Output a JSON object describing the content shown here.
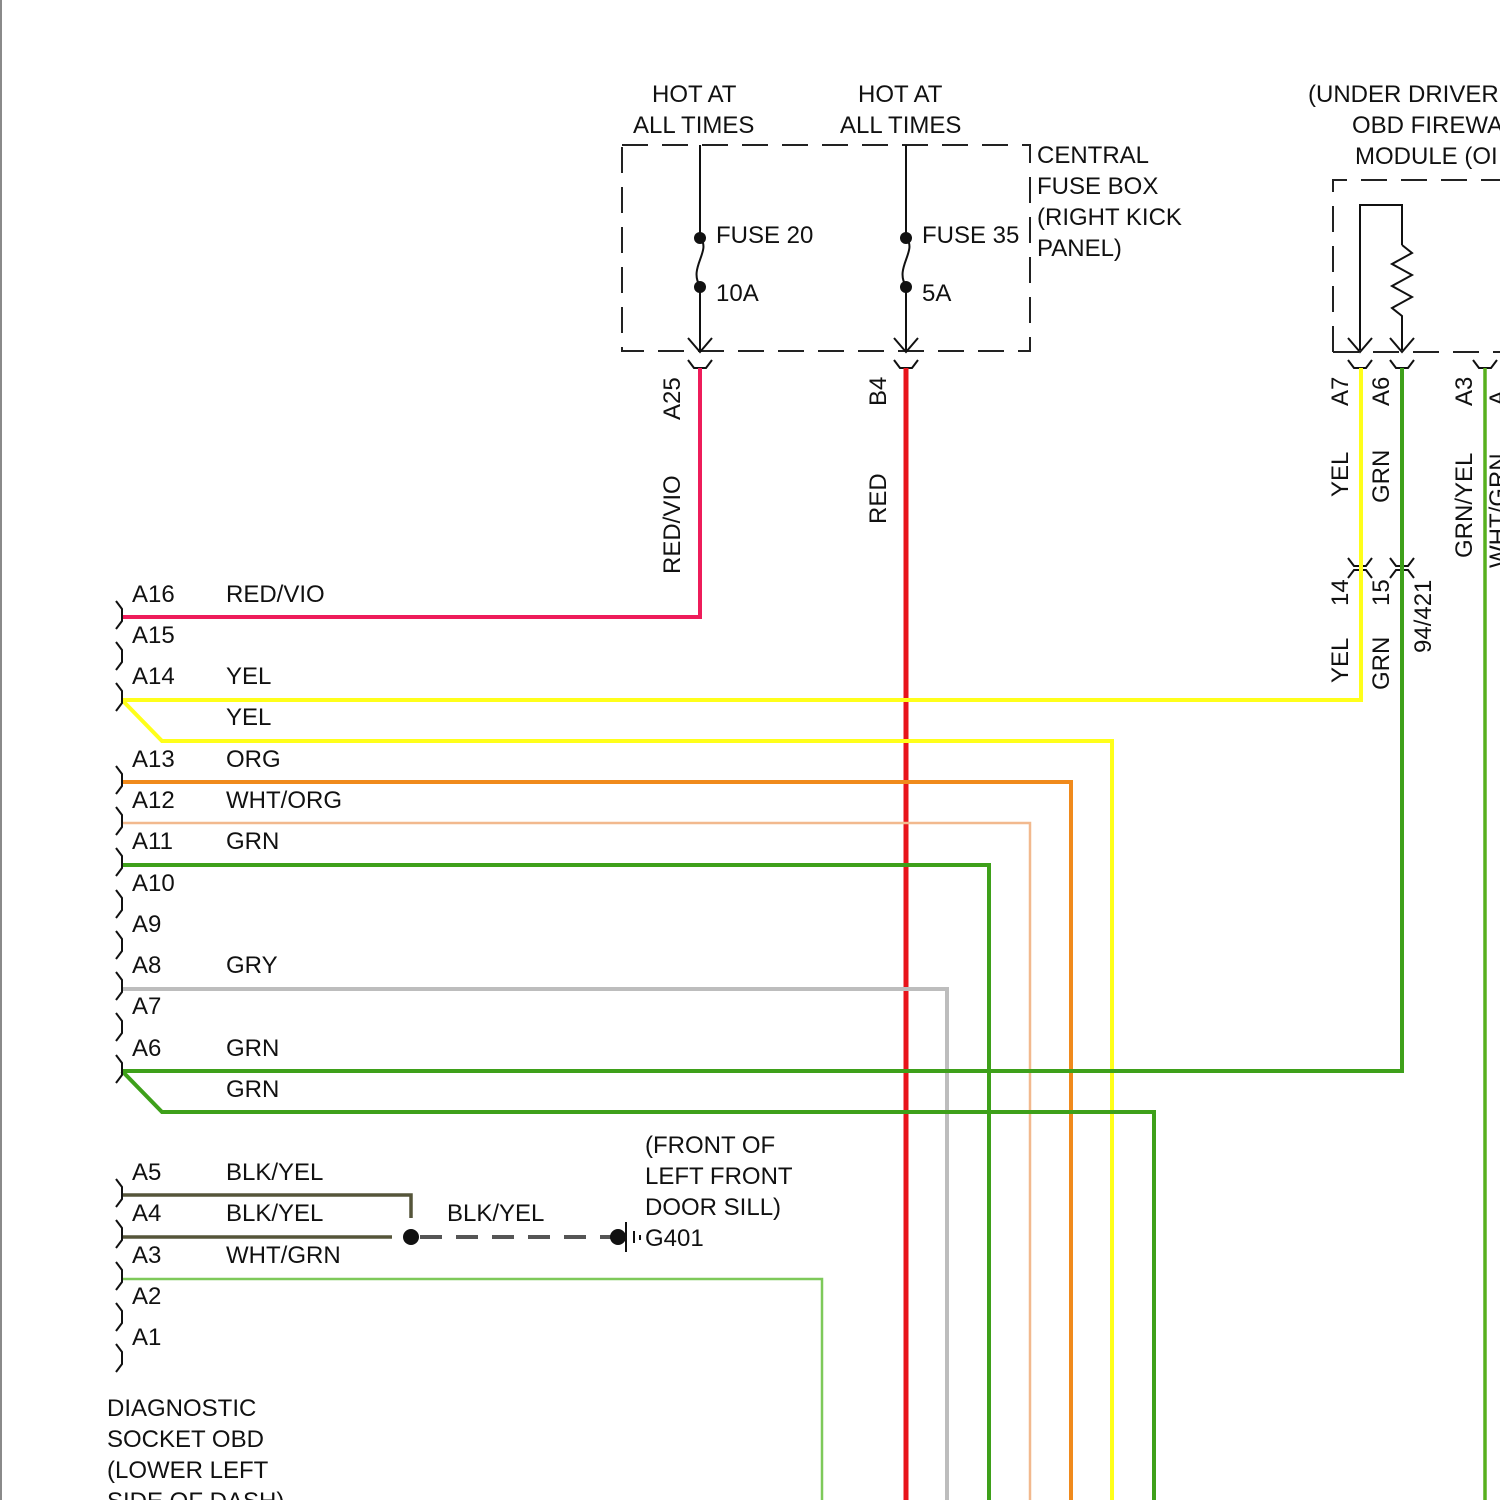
{
  "title": "Diagnostic socket OBD wiring diagram",
  "colors": {
    "RED_VIO": "#ee1c5a",
    "RED": "#e8141b",
    "YEL": "#ffff1a",
    "ORG": "#f08a1c",
    "WHT_ORG": "#f2b98e",
    "GRN": "#3ea01a",
    "GRY": "#bdbdbd",
    "BLK_YEL": "#55553a",
    "WHT_GRN": "#7ec95a",
    "GRN_YEL": "#58b01e",
    "ground_dash": "#555555"
  },
  "fuse_box": {
    "label_lines": [
      "CENTRAL",
      "FUSE BOX",
      "(RIGHT KICK",
      "PANEL)"
    ],
    "feeds": [
      {
        "hot_label": [
          "HOT AT",
          "ALL TIMES"
        ],
        "fuse": "FUSE 20",
        "rating": "10A",
        "pin": "A25",
        "wire": "RED/VIO"
      },
      {
        "hot_label": [
          "HOT AT",
          "ALL TIMES"
        ],
        "fuse": "FUSE 35",
        "rating": "5A",
        "pin": "B4",
        "wire": "RED"
      }
    ]
  },
  "module": {
    "label_lines": [
      "(UNDER DRIVER",
      "OBD FIREWA",
      "MODULE (OI"
    ],
    "pins": [
      {
        "pin": "A7",
        "wire": "YEL"
      },
      {
        "pin": "A6",
        "wire": "GRN"
      },
      {
        "pin": "A3",
        "wire": "GRN/YEL"
      },
      {
        "pin": "A",
        "wire": "WHT/GRN"
      }
    ],
    "inline_connector": {
      "pins": [
        {
          "pin": "14",
          "wire": "YEL"
        },
        {
          "pin": "15",
          "wire": "GRN"
        }
      ],
      "id": "94/421"
    }
  },
  "socket": {
    "label_lines": [
      "DIAGNOSTIC",
      "SOCKET OBD",
      "(LOWER LEFT",
      "SIDE OF DASH)"
    ],
    "pins": [
      {
        "pin": "A16",
        "wire": "RED/VIO"
      },
      {
        "pin": "A15",
        "wire": ""
      },
      {
        "pin": "A14",
        "wire": "YEL"
      },
      {
        "pin": "",
        "wire": "YEL"
      },
      {
        "pin": "A13",
        "wire": "ORG"
      },
      {
        "pin": "A12",
        "wire": "WHT/ORG"
      },
      {
        "pin": "A11",
        "wire": "GRN"
      },
      {
        "pin": "A10",
        "wire": ""
      },
      {
        "pin": "A9",
        "wire": ""
      },
      {
        "pin": "A8",
        "wire": "GRY"
      },
      {
        "pin": "A7",
        "wire": ""
      },
      {
        "pin": "A6",
        "wire": "GRN"
      },
      {
        "pin": "",
        "wire": "GRN"
      },
      {
        "pin": "A5",
        "wire": "BLK/YEL"
      },
      {
        "pin": "A4",
        "wire": "BLK/YEL"
      },
      {
        "pin": "A3",
        "wire": "WHT/GRN"
      },
      {
        "pin": "A2",
        "wire": ""
      },
      {
        "pin": "A1",
        "wire": ""
      }
    ]
  },
  "ground": {
    "wire": "BLK/YEL",
    "id": "G401",
    "location_lines": [
      "(FRONT OF",
      "LEFT FRONT",
      "DOOR SILL)"
    ]
  }
}
